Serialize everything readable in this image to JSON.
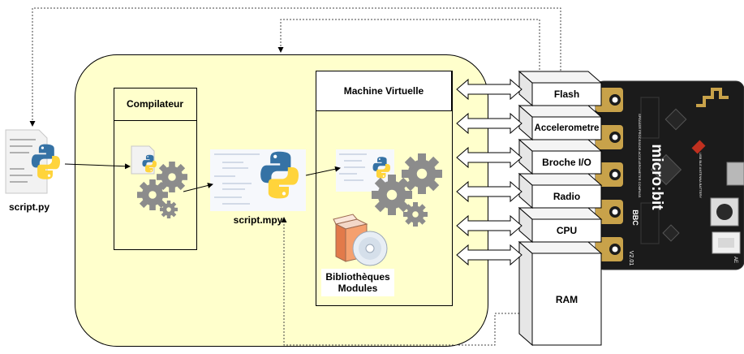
{
  "script": {
    "label": "script.py"
  },
  "compiler": {
    "title": "Compilateur"
  },
  "bytecode": {
    "label": "script.mpy"
  },
  "vm": {
    "title": "Machine Virtuelle",
    "libraries_line1": "Bibliothèques",
    "libraries_line2": "Modules"
  },
  "hardware": {
    "flash": "Flash",
    "accelerometer": "Accelerometre",
    "pin_io": "Broche I/O",
    "radio": "Radio",
    "cpu": "CPU",
    "ram": "RAM"
  },
  "board": {
    "brand": "micro:bit",
    "bbc": "BBC",
    "version": "V2.01",
    "silk_left": "SPEAKER PROCESSOR ACCELEROMETER COMPASS",
    "silk_right": "USB BLE ANTENNA BATTERY",
    "silk_ae": "AE"
  },
  "colors": {
    "yellow_fill": "#ffffcc",
    "yellow_inner": "#ffffcc",
    "stroke": "#000000",
    "box3d_face": "#ffffff",
    "box3d_side": "#e6e6e6",
    "python_blue": "#3572a5",
    "python_yellow": "#ffd43b",
    "gear_grey": "#9a9a9a",
    "board_black": "#1b1b1b",
    "board_gold": "#c8a24a"
  }
}
